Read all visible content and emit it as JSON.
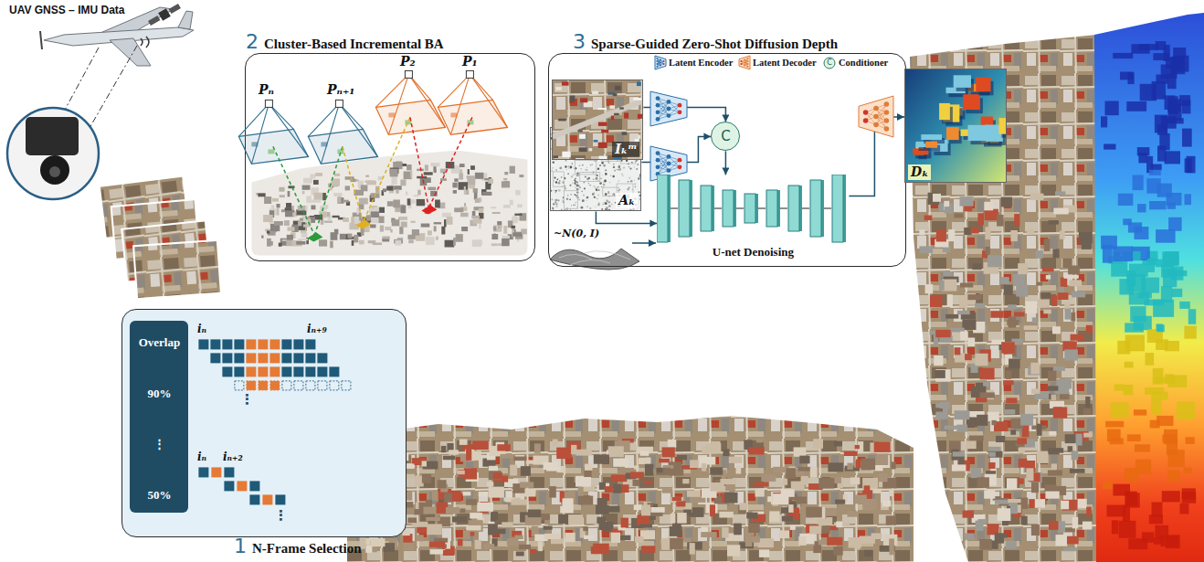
{
  "diagram": {
    "nodes": [
      {
        "text": [
          "2",
          "Cluster-Based Incremental BA"
        ]
      },
      {
        "text": [
          "3",
          "Sparse-Guided Zero-Shot Diffusion Depth"
        ]
      },
      {
        "text": [
          "Iₖᵐ"
        ],
        "in": 1
      },
      {
        "text": [
          "Aₖ"
        ],
        "in": 1
      },
      {
        "text": [
          "C"
        ],
        "in": 1
      },
      {
        "text": [
          "U-net Denoising"
        ],
        "in": 1
      },
      {
        "text": [
          "Dₖ"
        ]
      },
      {
        "text": [
          "1",
          "N-Frame Selection"
        ]
      },
      {
        "text": [
          "Overlap",
          "90%",
          "⋮",
          "50%"
        ],
        "in": 7
      }
    ],
    "edges": [
      {
        "from": 2,
        "to": 4,
        "arrow": "to"
      },
      {
        "from": 3,
        "to": 4,
        "arrow": "to"
      },
      {
        "from": 4,
        "to": 5,
        "arrow": "to"
      },
      {
        "from": 3,
        "to": 5,
        "arrow": "to"
      },
      {
        "from": 5,
        "to": 6,
        "arrow": "to"
      }
    ],
    "labels": [
      "UAV GNSS – IMU Data",
      "Pₙ",
      "Pₙ₊₁",
      "P₂",
      "P₁",
      "C",
      "~N(0, I)",
      "iₙ",
      "iₙ₊₉",
      "⋮",
      "iₙ",
      "iₙ₊₂",
      "⋮"
    ],
    "legend": [
      {
        "text": "Latent Encoder"
      },
      {
        "text": "Latent Decoder"
      },
      {
        "text": "Conditioner"
      }
    ]
  }
}
